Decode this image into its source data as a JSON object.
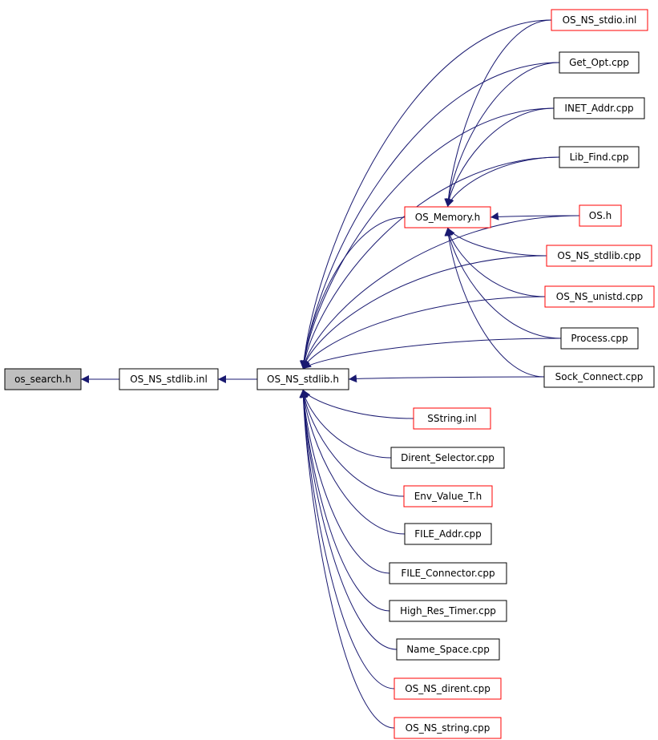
{
  "colors": {
    "edge": "#191970",
    "arrowhead": "#191970",
    "node_border_normal": "#000000",
    "node_border_truncated": "#ff0000",
    "node_fill_root": "#bfbfbf",
    "node_fill": "#ffffff"
  },
  "nodes": [
    {
      "id": "os_search_h",
      "label": "os_search.h",
      "kind": "root"
    },
    {
      "id": "os_ns_stdlib_inl",
      "label": "OS_NS_stdlib.inl",
      "kind": "normal"
    },
    {
      "id": "os_ns_stdlib_h",
      "label": "OS_NS_stdlib.h",
      "kind": "normal"
    },
    {
      "id": "os_memory_h",
      "label": "OS_Memory.h",
      "kind": "truncated"
    },
    {
      "id": "os_ns_stdio_inl",
      "label": "OS_NS_stdio.inl",
      "kind": "truncated"
    },
    {
      "id": "get_opt_cpp",
      "label": "Get_Opt.cpp",
      "kind": "normal"
    },
    {
      "id": "inet_addr_cpp",
      "label": "INET_Addr.cpp",
      "kind": "normal"
    },
    {
      "id": "lib_find_cpp",
      "label": "Lib_Find.cpp",
      "kind": "normal"
    },
    {
      "id": "os_h",
      "label": "OS.h",
      "kind": "truncated"
    },
    {
      "id": "os_ns_stdlib_cpp",
      "label": "OS_NS_stdlib.cpp",
      "kind": "truncated"
    },
    {
      "id": "os_ns_unistd_cpp",
      "label": "OS_NS_unistd.cpp",
      "kind": "truncated"
    },
    {
      "id": "process_cpp",
      "label": "Process.cpp",
      "kind": "normal"
    },
    {
      "id": "sock_connect_cpp",
      "label": "Sock_Connect.cpp",
      "kind": "normal"
    },
    {
      "id": "sstring_inl",
      "label": "SString.inl",
      "kind": "truncated"
    },
    {
      "id": "dirent_selector_cpp",
      "label": "Dirent_Selector.cpp",
      "kind": "normal"
    },
    {
      "id": "env_value_t_h",
      "label": "Env_Value_T.h",
      "kind": "truncated"
    },
    {
      "id": "file_addr_cpp",
      "label": "FILE_Addr.cpp",
      "kind": "normal"
    },
    {
      "id": "file_connector_cpp",
      "label": "FILE_Connector.cpp",
      "kind": "normal"
    },
    {
      "id": "high_res_timer_cpp",
      "label": "High_Res_Timer.cpp",
      "kind": "normal"
    },
    {
      "id": "name_space_cpp",
      "label": "Name_Space.cpp",
      "kind": "normal"
    },
    {
      "id": "os_ns_dirent_cpp",
      "label": "OS_NS_dirent.cpp",
      "kind": "truncated"
    },
    {
      "id": "os_ns_string_cpp",
      "label": "OS_NS_string.cpp",
      "kind": "truncated"
    }
  ],
  "edges": [
    {
      "from": "os_ns_stdlib_inl",
      "to": "os_search_h"
    },
    {
      "from": "os_ns_stdlib_h",
      "to": "os_ns_stdlib_inl"
    },
    {
      "from": "os_ns_stdio_inl",
      "to": "os_ns_stdlib_h"
    },
    {
      "from": "get_opt_cpp",
      "to": "os_ns_stdlib_h"
    },
    {
      "from": "inet_addr_cpp",
      "to": "os_ns_stdlib_h"
    },
    {
      "from": "lib_find_cpp",
      "to": "os_ns_stdlib_h"
    },
    {
      "from": "os_h",
      "to": "os_ns_stdlib_h"
    },
    {
      "from": "os_memory_h",
      "to": "os_ns_stdlib_h"
    },
    {
      "from": "os_ns_stdlib_cpp",
      "to": "os_ns_stdlib_h"
    },
    {
      "from": "os_ns_unistd_cpp",
      "to": "os_ns_stdlib_h"
    },
    {
      "from": "process_cpp",
      "to": "os_ns_stdlib_h"
    },
    {
      "from": "sock_connect_cpp",
      "to": "os_ns_stdlib_h"
    },
    {
      "from": "sstring_inl",
      "to": "os_ns_stdlib_h"
    },
    {
      "from": "dirent_selector_cpp",
      "to": "os_ns_stdlib_h"
    },
    {
      "from": "env_value_t_h",
      "to": "os_ns_stdlib_h"
    },
    {
      "from": "file_addr_cpp",
      "to": "os_ns_stdlib_h"
    },
    {
      "from": "file_connector_cpp",
      "to": "os_ns_stdlib_h"
    },
    {
      "from": "high_res_timer_cpp",
      "to": "os_ns_stdlib_h"
    },
    {
      "from": "name_space_cpp",
      "to": "os_ns_stdlib_h"
    },
    {
      "from": "os_ns_dirent_cpp",
      "to": "os_ns_stdlib_h"
    },
    {
      "from": "os_ns_string_cpp",
      "to": "os_ns_stdlib_h"
    },
    {
      "from": "os_ns_stdio_inl",
      "to": "os_memory_h"
    },
    {
      "from": "get_opt_cpp",
      "to": "os_memory_h"
    },
    {
      "from": "inet_addr_cpp",
      "to": "os_memory_h"
    },
    {
      "from": "lib_find_cpp",
      "to": "os_memory_h"
    },
    {
      "from": "os_h",
      "to": "os_memory_h"
    },
    {
      "from": "os_ns_stdlib_cpp",
      "to": "os_memory_h"
    },
    {
      "from": "os_ns_unistd_cpp",
      "to": "os_memory_h"
    },
    {
      "from": "process_cpp",
      "to": "os_memory_h"
    },
    {
      "from": "sock_connect_cpp",
      "to": "os_memory_h"
    }
  ]
}
